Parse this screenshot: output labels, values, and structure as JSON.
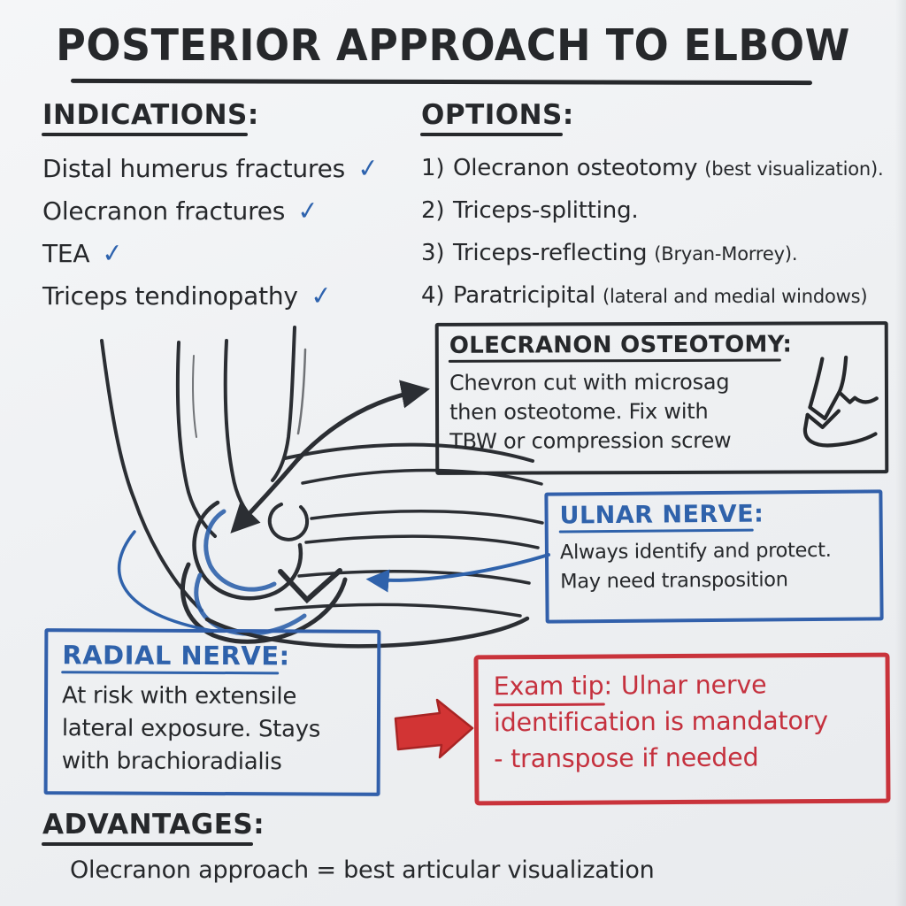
{
  "title": {
    "text": "POSTERIOR APPROACH TO ELBOW"
  },
  "indications": {
    "heading": "INDICATIONS:",
    "check_icon": "✓",
    "items": [
      {
        "label": "Distal humerus fractures"
      },
      {
        "label": "Olecranon fractures"
      },
      {
        "label": "TEA"
      },
      {
        "label": "Triceps tendinopathy"
      }
    ]
  },
  "options": {
    "heading": "OPTIONS:",
    "items": [
      {
        "num": "1)",
        "text": "Olecranon osteotomy",
        "note": "(best visualization)."
      },
      {
        "num": "2)",
        "text": "Triceps-splitting.",
        "note": ""
      },
      {
        "num": "3)",
        "text": "Triceps-reflecting",
        "note": "(Bryan-Morrey)."
      },
      {
        "num": "4)",
        "text": "Paratricipital",
        "note": "(lateral and medial windows)"
      }
    ]
  },
  "osteotomy_box": {
    "heading": "OLECRANON OSTEOTOMY:",
    "lines": [
      "Chevron cut with microsag",
      "then osteotome. Fix with",
      "TBW or compression screw"
    ],
    "icon": "chevron-cut-elbow-sketch"
  },
  "ulnar_box": {
    "heading": "ULNAR NERVE:",
    "lines": [
      "Always identify and protect.",
      "May need transposition"
    ]
  },
  "radial_box": {
    "heading": "RADIAL NERVE:",
    "lines": [
      "At risk with extensile",
      "lateral exposure. Stays",
      "with brachioradialis"
    ]
  },
  "exam_tip_box": {
    "label": "Exam tip:",
    "line1_rest": "Ulnar nerve",
    "line2": "identification is mandatory",
    "line3": "- transpose if needed"
  },
  "advantages": {
    "heading": "ADVANTAGES:",
    "line": "Olecranon approach = best articular visualization"
  },
  "sketch": {
    "subject": "elbow-joint-lateral-sketch"
  },
  "colors": {
    "ink": "#26282b",
    "blue": "#2f62ab",
    "red": "#c9333b",
    "board": "#eff1f3"
  }
}
